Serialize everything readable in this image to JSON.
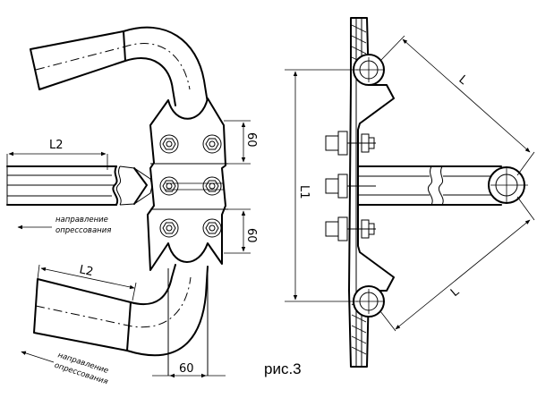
{
  "figure": {
    "caption": "рис.3"
  },
  "dimensions": {
    "l2_top": "L2",
    "l2_bottom": "L2",
    "d60_top": "60",
    "d60_bottom": "60",
    "d60_horizontal": "60",
    "l1": "L1",
    "l_upper": "L",
    "l_lower": "L"
  },
  "notes": {
    "direction_top_line1": "направление",
    "direction_top_line2": "опрессования",
    "direction_bottom_line1": "направление",
    "direction_bottom_line2": "опрессования"
  }
}
